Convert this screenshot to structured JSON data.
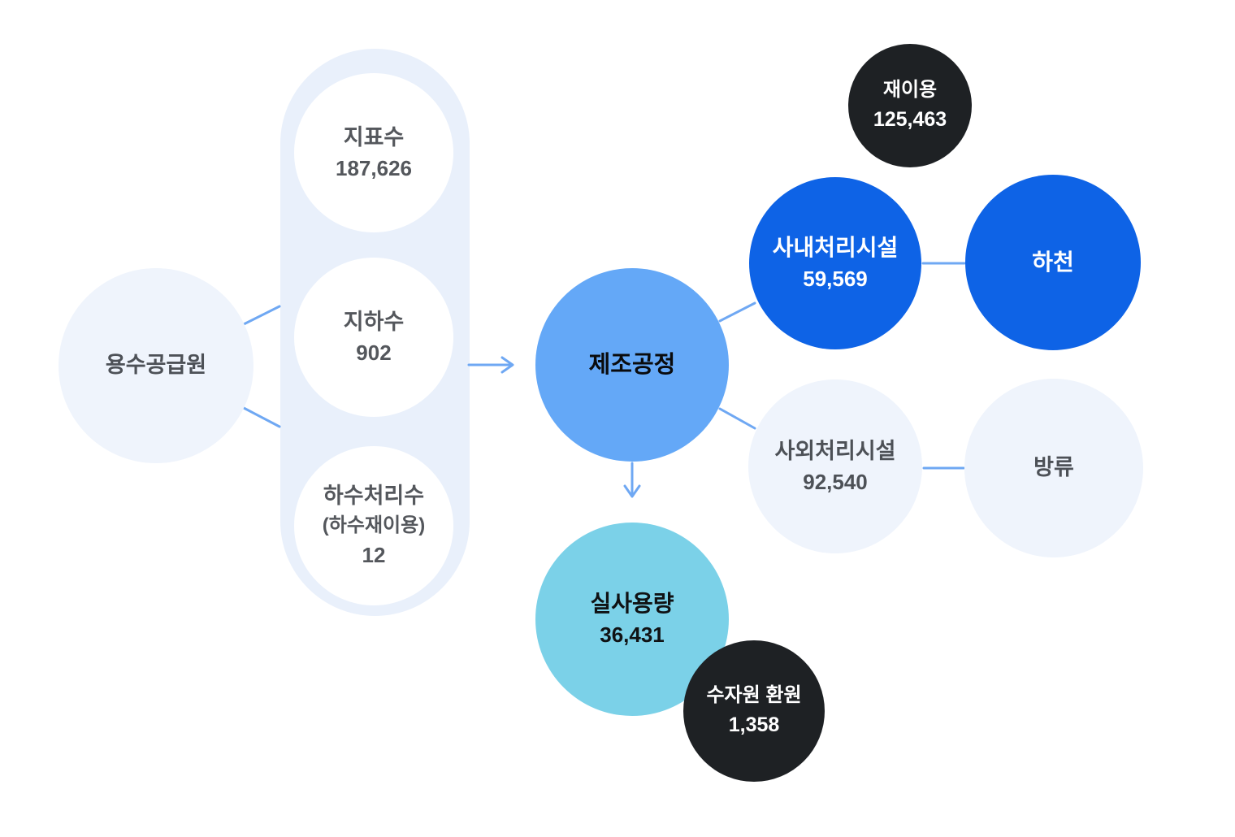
{
  "diagram": {
    "description": "water-flow-diagram",
    "nodes": {
      "source": {
        "label": "용수공급원"
      },
      "surface_water": {
        "label": "지표수",
        "value": "187,626"
      },
      "ground_water": {
        "label": "지하수",
        "value": "902"
      },
      "sewage_water": {
        "label": "하수처리수",
        "sublabel": "(하수재이용)",
        "value": "12"
      },
      "process": {
        "label": "제조공정"
      },
      "reuse": {
        "label": "재이용",
        "value": "125,463"
      },
      "internal_treatment": {
        "label": "사내처리시설",
        "value": "59,569"
      },
      "river": {
        "label": "하천"
      },
      "external_treatment": {
        "label": "사외처리시설",
        "value": "92,540"
      },
      "discharge": {
        "label": "방류"
      },
      "actual_use": {
        "label": "실사용량",
        "value": "36,431"
      },
      "water_return": {
        "label": "수자원 환원",
        "value": "1,358"
      }
    },
    "colors": {
      "bright_blue": "#0e63e6",
      "process_blue": "#64a8f7",
      "cyan": "#7bd1e8",
      "dark": "#1e2124",
      "light_circle": "#eff4fc",
      "pill_background": "#e9f0fb",
      "connector_line": "#6fa8f3",
      "text_gray": "#4d5157"
    }
  }
}
